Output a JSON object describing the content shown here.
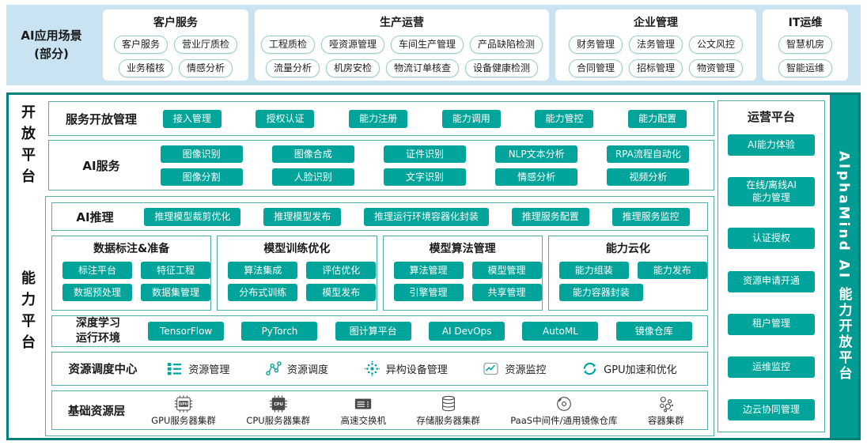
{
  "colors": {
    "accent_teal": "#00A49B",
    "dark_teal_border": "#00827A",
    "brand_bar_teal": "#009C93",
    "top_band_blue": "#C9E3F3"
  },
  "top_band": {
    "label_line1": "AI应用场景",
    "label_line2": "(部分)",
    "groups": [
      {
        "title": "客户服务",
        "rows": [
          [
            "客户服务",
            "营业厅质检"
          ],
          [
            "业务稽核",
            "情感分析"
          ]
        ]
      },
      {
        "title": "生产运营",
        "rows": [
          [
            "工程质检",
            "哑资源管理",
            "车间生产管理",
            "产品缺陷检测"
          ],
          [
            "流量分析",
            "机房安检",
            "物流订单核查",
            "设备健康检测"
          ]
        ]
      },
      {
        "title": "企业管理",
        "rows": [
          [
            "财务管理",
            "法务管理",
            "公文风控"
          ],
          [
            "合同管理",
            "招标管理",
            "物资管理"
          ]
        ]
      },
      {
        "title": "IT运维",
        "rows": [
          [
            "智慧机房"
          ],
          [
            "智能运维"
          ]
        ]
      }
    ]
  },
  "open_platform": {
    "side_label": "开放平台",
    "service_mgmt": {
      "label": "服务开放管理",
      "buttons": [
        "接入管理",
        "授权认证",
        "能力注册",
        "能力调用",
        "能力管控",
        "能力配置"
      ]
    },
    "ai_services": {
      "label": "AI服务",
      "rows": [
        [
          "图像识别",
          "图像合成",
          "证件识别",
          "NLP文本分析",
          "RPA流程自动化"
        ],
        [
          "图像分割",
          "人脸识别",
          "文字识别",
          "情感分析",
          "视频分析"
        ]
      ]
    }
  },
  "capability_platform": {
    "side_label": "能力平台",
    "ai_inference": {
      "label": "AI推理",
      "buttons": [
        "推理模型裁剪优化",
        "推理模型发布",
        "推理运行环境容器化封装",
        "推理服务配置",
        "推理服务监控"
      ]
    },
    "boxes": [
      {
        "title": "数据标注&准备",
        "rows": [
          [
            "标注平台",
            "特征工程"
          ],
          [
            "数据预处理",
            "数据集管理"
          ]
        ]
      },
      {
        "title": "模型训练优化",
        "rows": [
          [
            "算法集成",
            "评估优化"
          ],
          [
            "分布式训练",
            "模型发布"
          ]
        ]
      },
      {
        "title": "模型算法管理",
        "rows": [
          [
            "算法管理",
            "模型管理"
          ],
          [
            "引擎管理",
            "共享管理"
          ]
        ]
      },
      {
        "title": "能力云化",
        "rows": [
          [
            "能力组装",
            "能力发布"
          ],
          [
            "能力容器封装"
          ]
        ]
      }
    ],
    "dl_env": {
      "label_line1": "深度学习",
      "label_line2": "运行环境",
      "buttons": [
        "TensorFlow",
        "PyTorch",
        "图计算平台",
        "AI DevOps",
        "AutoML",
        "镜像仓库"
      ]
    },
    "scheduling": {
      "label": "资源调度中心",
      "items": [
        {
          "icon": "resource-list-icon",
          "text": "资源管理"
        },
        {
          "icon": "node-graph-icon",
          "text": "资源调度"
        },
        {
          "icon": "radial-dots-icon",
          "text": "异构设备管理"
        },
        {
          "icon": "monitor-chart-icon",
          "text": "资源监控"
        },
        {
          "icon": "refresh-arrows-icon",
          "text": "GPU加速和优化"
        }
      ]
    },
    "base_resources": {
      "label": "基础资源层",
      "items": [
        {
          "icon": "gpu-chip-icon",
          "chip_label": "GPU",
          "text": "GPU服务器集群"
        },
        {
          "icon": "cpu-chip-icon",
          "chip_label": "CPU",
          "text": "CPU服务器集群"
        },
        {
          "icon": "network-switch-icon",
          "text": "高速交换机"
        },
        {
          "icon": "storage-stack-icon",
          "text": "存储服务器集群"
        },
        {
          "icon": "disc-icon",
          "text": "PaaS中间件/通用镜像仓库"
        },
        {
          "icon": "container-cluster-icon",
          "text": "容器集群"
        }
      ]
    }
  },
  "operations_platform": {
    "title": "运营平台",
    "buttons": [
      "AI能力体验",
      "在线/离线AI\n能力管理",
      "认证授权",
      "资源申请开通",
      "租户管理",
      "运维监控",
      "边云协同管理"
    ]
  },
  "brand_bar": {
    "text": "AlphaMind AI 能力开放平台"
  }
}
